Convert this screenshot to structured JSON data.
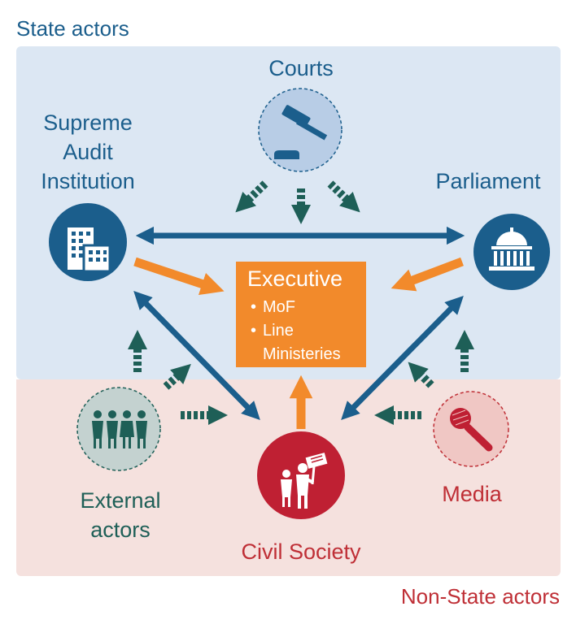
{
  "sections": {
    "state": "State actors",
    "non_state": "Non-State actors"
  },
  "actors": {
    "courts": {
      "label": "Courts",
      "icon": "gavel-icon"
    },
    "sai": {
      "label_lines": [
        "Supreme",
        "Audit",
        "Institution"
      ],
      "icon": "buildings-icon"
    },
    "parliament": {
      "label": "Parliament",
      "icon": "capitol-building-icon"
    },
    "external": {
      "label_lines": [
        "External",
        "actors"
      ],
      "icon": "people-group-icon"
    },
    "civil_society": {
      "label": "Civil Society",
      "icon": "protesters-icon"
    },
    "media": {
      "label": "Media",
      "icon": "microphone-icon"
    }
  },
  "executive": {
    "title": "Executive",
    "items": [
      "MoF",
      "Line",
      "Ministeries"
    ]
  },
  "colors": {
    "state_panel": "#dce7f3",
    "non_state_panel": "#f5e1de",
    "blue": "#1b5e8c",
    "orange": "#f28a2b",
    "teal": "#1e5f57",
    "red": "#bf2f36"
  }
}
